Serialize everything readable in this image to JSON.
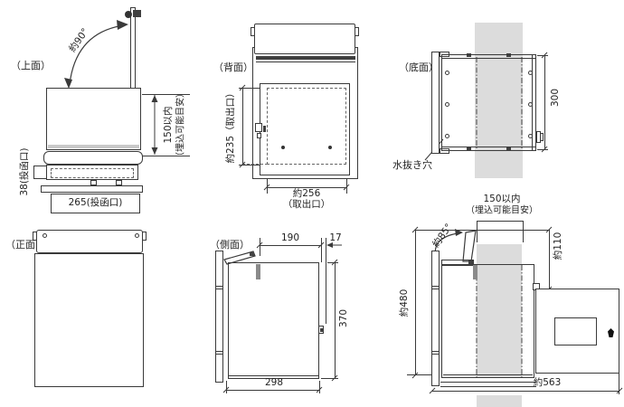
{
  "colors": {
    "line": "#3a3a3a",
    "wall_band": "#dcdcdc",
    "slot_bar": "#8a8a8a",
    "text": "#222222"
  },
  "labels": {
    "top_view": "（上面）",
    "back_view": "（背面）",
    "bottom_view": "（底面）",
    "front_view": "（正面）",
    "side_view": "（側面）"
  },
  "top_view": {
    "angle": "約90°",
    "embed_dim": "150以内",
    "embed_note": "（埋込可能目安）",
    "slot_height": "38(投函口)",
    "slot_width": "265(投函口)"
  },
  "back_view": {
    "door_height": "約235（取出口）",
    "door_width": "約256",
    "door_width_note": "（取出口）"
  },
  "bottom_view": {
    "depth": "300",
    "drain_label": "水抜き穴"
  },
  "front_view": {},
  "side_view": {
    "top_depth": "190",
    "door_thickness": "17",
    "height": "370",
    "depth": "298"
  },
  "embed_view": {
    "angle": "約85°",
    "embed_dim": "150以内",
    "embed_note": "（埋込可能目安）",
    "top_height": "約110",
    "total_height": "約480",
    "total_depth": "約563"
  }
}
